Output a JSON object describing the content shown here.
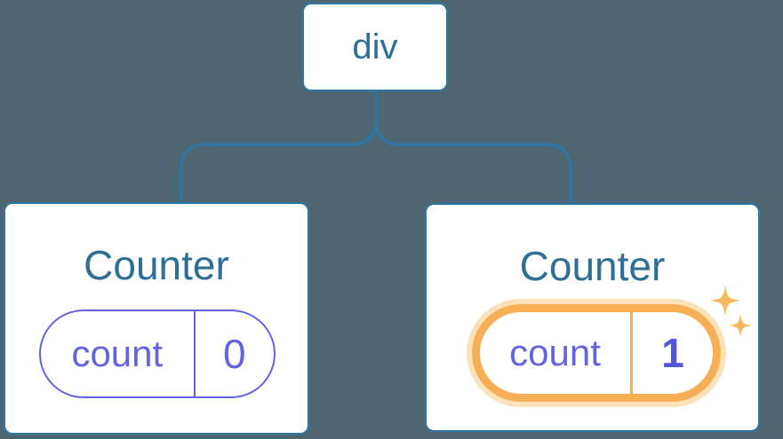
{
  "colors": {
    "background": "#4D6671",
    "node_border": "#2E76A6",
    "node_text": "#2E6F96",
    "connector": "#2E76A6",
    "card_bg": "#FFFFFF",
    "state_purple": "#6464E1",
    "state_value_bold": "#5454DB",
    "highlight_orange": "#F7AF55",
    "highlight_glow": "#FBE2B8",
    "sparkle_orange": "#F8B95D"
  },
  "diagram": {
    "type": "react-component-tree",
    "root": {
      "label": "div"
    },
    "children": [
      {
        "title": "Counter",
        "state": {
          "key": "count",
          "value": "0"
        },
        "highlighted": false
      },
      {
        "title": "Counter",
        "state": {
          "key": "count",
          "value": "1"
        },
        "highlighted": true
      }
    ]
  }
}
